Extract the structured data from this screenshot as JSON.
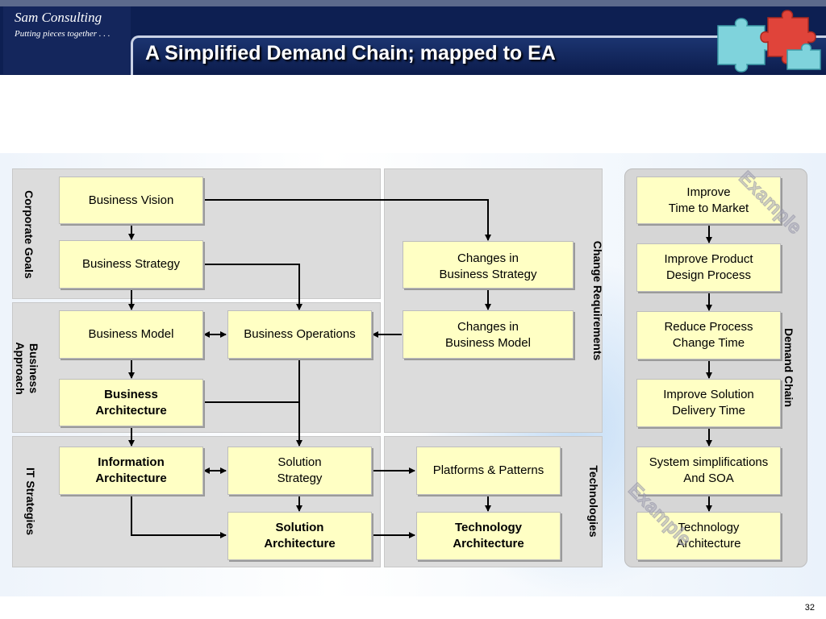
{
  "header": {
    "brand": "Sam Consulting",
    "tagline": "Putting pieces together . . .",
    "title": "A Simplified Demand Chain; mapped to EA"
  },
  "section_labels": {
    "corporate_goals": "Corporate Goals",
    "business_approach": "Business\nApproach",
    "it_strategies": "IT Strategies",
    "change_requirements": "Change Requirements",
    "technologies": "Technologies",
    "demand_chain": "Demand Chain"
  },
  "boxes": {
    "business_vision": "Business Vision",
    "business_strategy": "Business Strategy",
    "business_model": "Business Model",
    "business_operations": "Business Operations",
    "business_architecture": "Business\nArchitecture",
    "information_architecture": "Information\nArchitecture",
    "solution_strategy": "Solution\nStrategy",
    "solution_architecture": "Solution\nArchitecture",
    "changes_business_strategy": "Changes in\nBusiness Strategy",
    "changes_business_model": "Changes in\nBusiness Model",
    "platforms_patterns": "Platforms & Patterns",
    "technology_architecture": "Technology\nArchitecture"
  },
  "demand_chain": [
    "Improve\nTime to Market",
    "Improve Product\nDesign Process",
    "Reduce Process\nChange Time",
    "Improve Solution\nDelivery Time",
    "System simplifications\nAnd SOA",
    "Technology\nArchitecture"
  ],
  "watermarks": [
    "Example",
    "Example"
  ],
  "page_number": "32",
  "colors": {
    "header_bg": "#0d1f52",
    "box_fill": "#ffffc4",
    "panel_fill": "#dcdcdc",
    "puzzle_cyan": "#7fd3dc",
    "puzzle_red": "#e0443a"
  }
}
